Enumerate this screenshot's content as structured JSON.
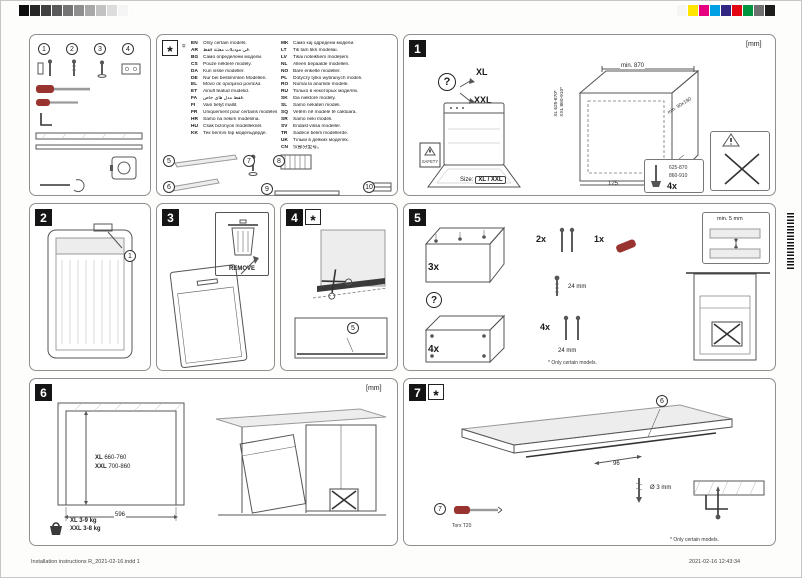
{
  "page": {
    "footer_left": "Installation instructions R_2021-02-16.indd   1",
    "footer_right": "2021-02-16   12:43:34"
  },
  "calibration": {
    "grays": [
      "#0d0d0d",
      "#262626",
      "#404040",
      "#5a5a5a",
      "#747474",
      "#8e8e8e",
      "#a8a8a8",
      "#c2c2c2",
      "#dcdcdc",
      "#f5f5f5"
    ],
    "colors": [
      "#f6f6f4",
      "#ffe600",
      "#e6007e",
      "#00a0e4",
      "#312783",
      "#e30613",
      "#009640",
      "#706f6f",
      "#1d1d1b"
    ]
  },
  "parts": {
    "nums": [
      "1",
      "2",
      "3",
      "4"
    ]
  },
  "models": {
    "badge": "*",
    "equals": "=",
    "col1": [
      {
        "code": "EN",
        "text": "Only certain models."
      },
      {
        "code": "AR",
        "text": "في موديلات معيّنة فقط."
      },
      {
        "code": "BG",
        "text": "Само определени модели."
      },
      {
        "code": "CS",
        "text": "Pouze některé modely."
      },
      {
        "code": "DA",
        "text": "Kun visse modeller."
      },
      {
        "code": "DE",
        "text": "Nur bei bestimmten Modellen."
      },
      {
        "code": "EL",
        "text": "Μόνο σε ορισμένα μοντέλα."
      },
      {
        "code": "ET",
        "text": "Ainult teatud mudelid."
      },
      {
        "code": "FA",
        "text": "فقط مدل های خاص."
      },
      {
        "code": "FI",
        "text": "Vain tietyt mallit."
      },
      {
        "code": "FR",
        "text": "Uniquement pour certains modèles."
      },
      {
        "code": "HR",
        "text": "Samo na nekim modelima."
      },
      {
        "code": "HU",
        "text": "Csak bizonyos modelleknél."
      },
      {
        "code": "KK",
        "text": "Тек белгілі бір модельдерде."
      }
    ],
    "col2": [
      {
        "code": "MK",
        "text": "Само кај одредени модели."
      },
      {
        "code": "LT",
        "text": "Tik tam tikri modeliai."
      },
      {
        "code": "LV",
        "text": "Tikai noteiktiem modeļiem."
      },
      {
        "code": "NL",
        "text": "Alleen bepaalde modellen."
      },
      {
        "code": "NO",
        "text": "Bare enkelte modeller."
      },
      {
        "code": "PL",
        "text": "Dotyczy tylko wybranych modeli."
      },
      {
        "code": "RO",
        "text": "Numai la anumite modele."
      },
      {
        "code": "RU",
        "text": "Только в некоторых моделях."
      },
      {
        "code": "SK",
        "text": "Iba niektoré modely."
      },
      {
        "code": "SL",
        "text": "Samo nekateri modeli."
      },
      {
        "code": "SQ",
        "text": "Vetëm në modele të caktuara."
      },
      {
        "code": "SR",
        "text": "Samo neki modeli."
      },
      {
        "code": "SV",
        "text": "Endast vissa modeller."
      },
      {
        "code": "TR",
        "text": "Sadece belirli modellerde."
      },
      {
        "code": "UK",
        "text": "Тільки в деяких моделях."
      },
      {
        "code": "CN",
        "text": "仅部分型号。"
      }
    ],
    "part_refs": [
      "5",
      "6",
      "7",
      "8",
      "9",
      "10"
    ]
  },
  "panel1": {
    "number": "1",
    "question_mark": "?",
    "xl": "XL",
    "xxl": "XXL",
    "unit": "[mm]",
    "size_label": "Size:",
    "size_value": "XL / XXL",
    "safety": "SAFETY",
    "dim_top": "min. 870",
    "dim_side_xl": "XL 625-870*",
    "dim_side_xxl": "XXL 860-910*",
    "dim_hole": "min. 90x190",
    "dim_bottom": "125",
    "feet_qty": "4x",
    "feet_range_1": "625-870",
    "feet_range_2": "860-910"
  },
  "panel2": {
    "number": "2",
    "part_ref": "1"
  },
  "panel3": {
    "number": "3",
    "remove_label": "REMOVE"
  },
  "panel4": {
    "number": "4",
    "badge": "*",
    "part_ref": "5"
  },
  "panel5": {
    "number": "5",
    "question_mark": "?",
    "qty_top": "3x",
    "qty_screws_top": "2x",
    "qty_driver": "1x",
    "qty_bottom": "4x",
    "qty_screws_bottom": "4x",
    "screw_len_top": "24 mm",
    "screw_len_bottom": "24 mm",
    "gap": "min. 5 mm",
    "note": "* Only certain models."
  },
  "panel6": {
    "number": "6",
    "unit": "[mm]",
    "h_xl_label": "XL",
    "h_xl": "660-760",
    "h_xxl_label": "XXL",
    "h_xxl": "700-860",
    "width": "596",
    "w_xl_label": "XL",
    "w_xl": "3-9 kg",
    "w_xxl_label": "XXL",
    "w_xxl": "3-8 kg"
  },
  "panel7": {
    "number": "7",
    "badge": "*",
    "dim": "96",
    "part_ref_6": "6",
    "part_ref_7": "7",
    "drill": "Ø 3 mm",
    "torx": "Torx T20",
    "note": "* Only certain models."
  }
}
